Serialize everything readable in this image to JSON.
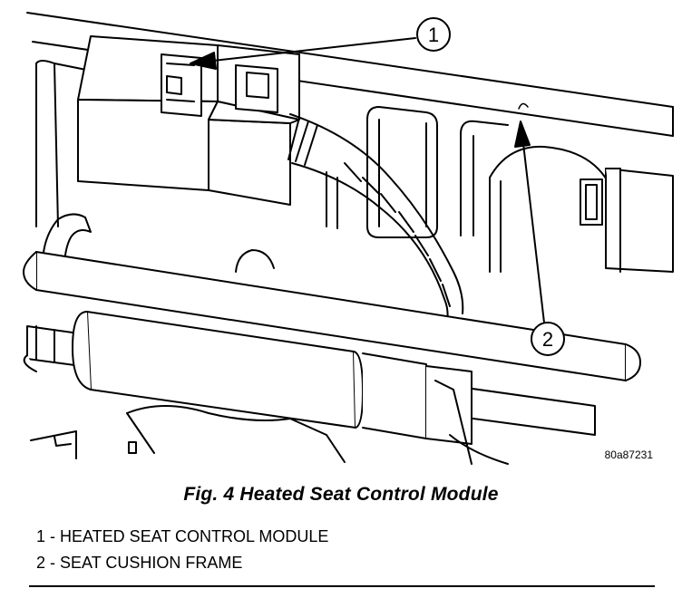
{
  "figure": {
    "id_code": "80a87231",
    "caption": "Fig. 4 Heated Seat Control Module",
    "callouts": [
      {
        "number": "1",
        "label": "HEATED SEAT CONTROL MODULE"
      },
      {
        "number": "2",
        "label": "SEAT CUSHION FRAME"
      }
    ],
    "legend": [
      "1 - HEATED SEAT CONTROL MODULE",
      "2 - SEAT CUSHION FRAME"
    ]
  }
}
